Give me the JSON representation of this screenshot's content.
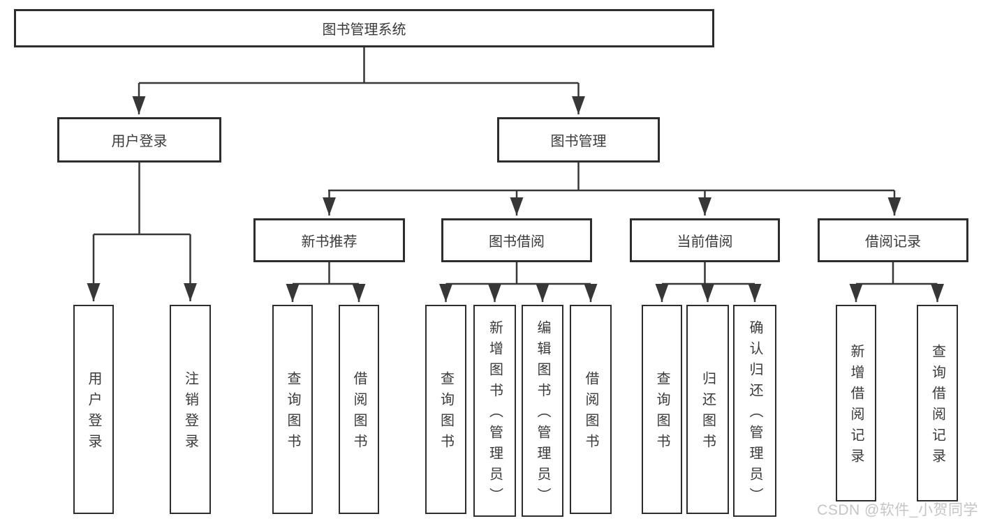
{
  "tree": {
    "label": "图书管理系统",
    "children": [
      {
        "label": "用户登录",
        "children": [
          {
            "label": "用户登录"
          },
          {
            "label": "注销登录"
          }
        ]
      },
      {
        "label": "图书管理",
        "children": [
          {
            "label": "新书推荐",
            "children": [
              {
                "label": "查询图书"
              },
              {
                "label": "借阅图书"
              }
            ]
          },
          {
            "label": "图书借阅",
            "children": [
              {
                "label": "查询图书"
              },
              {
                "label": "新增图书（管理员）"
              },
              {
                "label": "编辑图书（管理员）"
              },
              {
                "label": "借阅图书"
              }
            ]
          },
          {
            "label": "当前借阅",
            "children": [
              {
                "label": "查询图书"
              },
              {
                "label": "归还图书"
              },
              {
                "label": "确认归还（管理员）"
              }
            ]
          },
          {
            "label": "借阅记录",
            "children": [
              {
                "label": "新增借阅记录"
              },
              {
                "label": "查询借阅记录"
              }
            ]
          }
        ]
      }
    ]
  },
  "watermark": "CSDN @软件_小贺同学",
  "colors": {
    "line": "#373737",
    "box_border": "#2d2d2d",
    "text": "#3a3a3a",
    "watermark": "#c2c2c2",
    "background": "#ffffff"
  }
}
